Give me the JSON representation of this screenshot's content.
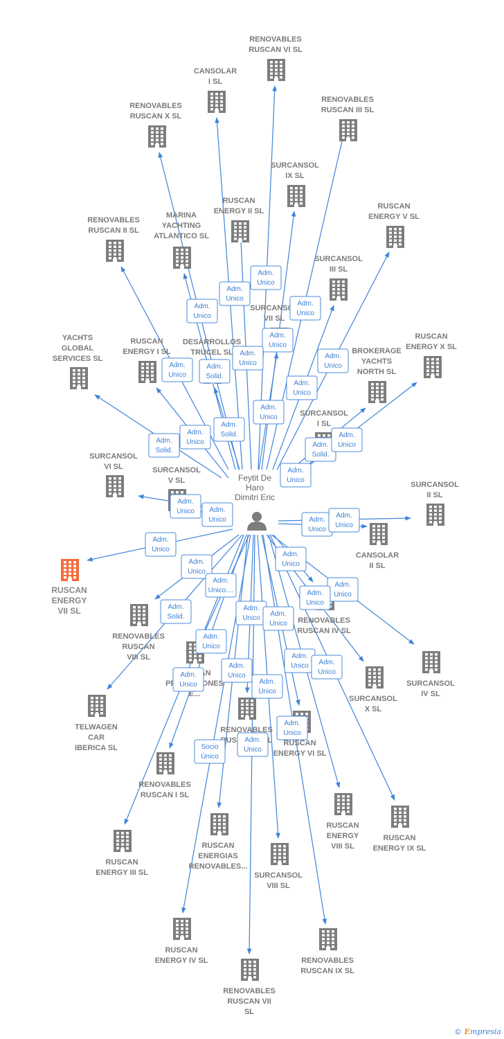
{
  "center": {
    "name_lines": [
      "Feytit De",
      "Haro",
      "Dimitri Eric"
    ]
  },
  "accent_color": "#3f84d9",
  "highlight_color": "#f26b3a",
  "building_color": "#7d7d7d",
  "companies": [
    {
      "id": "renovables-ruscan-vi",
      "lines": [
        "RENOVABLES",
        "RUSCAN VI  SL"
      ],
      "highlight": false
    },
    {
      "id": "cansolar-i",
      "lines": [
        "CANSOLAR",
        "I  SL"
      ],
      "highlight": false
    },
    {
      "id": "renovables-ruscan-x",
      "lines": [
        "RENOVABLES",
        "RUSCAN X  SL"
      ],
      "highlight": false
    },
    {
      "id": "renovables-ruscan-iii",
      "lines": [
        "RENOVABLES",
        "RUSCAN III  SL"
      ],
      "highlight": false
    },
    {
      "id": "surcansol-ix",
      "lines": [
        "SURCANSOL",
        "IX  SL"
      ],
      "highlight": false
    },
    {
      "id": "ruscan-energy-ii",
      "lines": [
        "RUSCAN",
        "ENERGY II  SL"
      ],
      "highlight": false
    },
    {
      "id": "ruscan-energy-v",
      "lines": [
        "RUSCAN",
        "ENERGY V  SL"
      ],
      "highlight": false
    },
    {
      "id": "renovables-ruscan-ii",
      "lines": [
        "RENOVABLES",
        "RUSCAN II  SL"
      ],
      "highlight": false
    },
    {
      "id": "marina-yachting",
      "lines": [
        "MARINA",
        "YACHTING",
        "ATLANTICO  SL"
      ],
      "highlight": false
    },
    {
      "id": "surcansol-iii",
      "lines": [
        "SURCANSOL",
        "III  SL"
      ],
      "highlight": false
    },
    {
      "id": "surcansol-vii",
      "lines": [
        "SURCANSOL",
        "VII  SL"
      ],
      "highlight": false
    },
    {
      "id": "yachts-global",
      "lines": [
        "YACHTS",
        "GLOBAL",
        "SERVICES  SL"
      ],
      "highlight": false
    },
    {
      "id": "ruscan-energy-i",
      "lines": [
        "RUSCAN",
        "ENERGY I  SL"
      ],
      "highlight": false
    },
    {
      "id": "desarrollos-trucel",
      "lines": [
        "DESARROLLOS",
        "TRUCEL  SL"
      ],
      "highlight": false
    },
    {
      "id": "brokerage-yachts",
      "lines": [
        "BROKERAGE",
        "YACHTS",
        "NORTH  SL"
      ],
      "highlight": false
    },
    {
      "id": "ruscan-energy-x",
      "lines": [
        "RUSCAN",
        "ENERGY X  SL"
      ],
      "highlight": false
    },
    {
      "id": "surcansol-i",
      "lines": [
        "SURCANSOL",
        "I  SL"
      ],
      "highlight": false
    },
    {
      "id": "surcansol-vi",
      "lines": [
        "SURCANSOL",
        "VI  SL"
      ],
      "highlight": false
    },
    {
      "id": "surcansol-v",
      "lines": [
        "SURCANSOL",
        "V  SL"
      ],
      "highlight": false
    },
    {
      "id": "surcansol-ii",
      "lines": [
        "SURCANSOL",
        "II  SL"
      ],
      "highlight": false
    },
    {
      "id": "cansolar-ii",
      "lines": [
        "CANSOLAR",
        "II  SL"
      ],
      "highlight": false
    },
    {
      "id": "ruscan-energy-vii",
      "lines": [
        "RUSCAN",
        "ENERGY",
        "VII  SL"
      ],
      "highlight": true
    },
    {
      "id": "renovables-ruscan-viii",
      "lines": [
        "RENOVABLES",
        "RUSCAN",
        "VIII  SL"
      ],
      "highlight": false
    },
    {
      "id": "renovables-ruscan-iv",
      "lines": [
        "RENOVABLES",
        "RUSCAN IV  SL"
      ],
      "highlight": false
    },
    {
      "id": "surcansol-iv",
      "lines": [
        "SURCANSOL",
        "IV  SL"
      ],
      "highlight": false
    },
    {
      "id": "surcansol-x",
      "lines": [
        "SURCANSOL",
        "X  SL"
      ],
      "highlight": false
    },
    {
      "id": "ruscan-promociones",
      "lines": [
        "RUSCAN",
        "PROMOCIONES",
        "E..."
      ],
      "highlight": false
    },
    {
      "id": "telwagen",
      "lines": [
        "TELWAGEN",
        "CAR",
        "IBERICA  SL"
      ],
      "highlight": false
    },
    {
      "id": "renovables-ruscan-v",
      "lines": [
        "RENOVABLES",
        "RUSCAN V  SL"
      ],
      "highlight": false
    },
    {
      "id": "ruscan-energy-vi",
      "lines": [
        "RUSCAN",
        "ENERGY VI  SL"
      ],
      "highlight": false
    },
    {
      "id": "renovables-ruscan-i",
      "lines": [
        "RENOVABLES",
        "RUSCAN I  SL"
      ],
      "highlight": false
    },
    {
      "id": "ruscan-energy-viii",
      "lines": [
        "RUSCAN",
        "ENERGY",
        "VIII  SL"
      ],
      "highlight": false
    },
    {
      "id": "ruscan-energy-ix",
      "lines": [
        "RUSCAN",
        "ENERGY IX  SL"
      ],
      "highlight": false
    },
    {
      "id": "ruscan-energias",
      "lines": [
        "RUSCAN",
        "ENERGIAS",
        "RENOVABLES..."
      ],
      "highlight": false
    },
    {
      "id": "surcansol-viii",
      "lines": [
        "SURCANSOL",
        "VIII  SL"
      ],
      "highlight": false
    },
    {
      "id": "ruscan-energy-iii",
      "lines": [
        "RUSCAN",
        "ENERGY III  SL"
      ],
      "highlight": false
    },
    {
      "id": "ruscan-energy-iv",
      "lines": [
        "RUSCAN",
        "ENERGY IV  SL"
      ],
      "highlight": false
    },
    {
      "id": "renovables-ruscan-ix",
      "lines": [
        "RENOVABLES",
        "RUSCAN IX  SL"
      ],
      "highlight": false
    },
    {
      "id": "renovables-ruscan-vii",
      "lines": [
        "RENOVABLES",
        "RUSCAN VII",
        "SL"
      ],
      "highlight": false
    }
  ],
  "edges": [
    {
      "to": "renovables-ruscan-vi",
      "lines": [
        "Adm.",
        "Unico"
      ]
    },
    {
      "to": "cansolar-i",
      "lines": [
        "Adm.",
        "Unico"
      ]
    },
    {
      "to": "renovables-ruscan-x",
      "lines": [
        "Adm.",
        "Unico"
      ]
    },
    {
      "to": "renovables-ruscan-iii",
      "lines": [
        "Adm.",
        "Unico"
      ]
    },
    {
      "to": "surcansol-ix",
      "lines": [
        "Adm.",
        "Unico"
      ]
    },
    {
      "to": "ruscan-energy-ii",
      "lines": [
        "Adm.",
        "Unico"
      ]
    },
    {
      "to": "ruscan-energy-v",
      "lines": [
        "Adm.",
        "Unico"
      ]
    },
    {
      "to": "renovables-ruscan-ii",
      "lines": [
        "Adm.",
        "Unico"
      ]
    },
    {
      "to": "marina-yachting",
      "lines": [
        "Adm.",
        "Solid."
      ]
    },
    {
      "to": "surcansol-iii",
      "lines": [
        "Adm.",
        "Unico"
      ]
    },
    {
      "to": "surcansol-vii",
      "lines": [
        "Adm.",
        "Unico"
      ]
    },
    {
      "to": "yachts-global",
      "lines": [
        "Adm.",
        "Solid."
      ]
    },
    {
      "to": "ruscan-energy-i",
      "lines": [
        "Adm.",
        "Unico"
      ]
    },
    {
      "to": "desarrollos-trucel",
      "lines": [
        "Adm.",
        "Solid."
      ]
    },
    {
      "to": "brokerage-yachts",
      "lines": [
        "Adm.",
        "Solid."
      ]
    },
    {
      "to": "ruscan-energy-x",
      "lines": [
        "Adm.",
        "Unico"
      ]
    },
    {
      "to": "surcansol-i",
      "lines": [
        "Adm.",
        "Unico"
      ]
    },
    {
      "to": "surcansol-vi",
      "lines": [
        "Adm.",
        "Unico"
      ]
    },
    {
      "to": "surcansol-v",
      "lines": [
        "Adm.",
        "Unico"
      ]
    },
    {
      "to": "surcansol-ii",
      "lines": [
        "Adm.",
        "Unico"
      ]
    },
    {
      "to": "cansolar-ii",
      "lines": [
        "Adm.",
        "Unico"
      ]
    },
    {
      "to": "ruscan-energy-vii",
      "lines": [
        "Adm.",
        "Unico"
      ]
    },
    {
      "to": "renovables-ruscan-viii",
      "lines": [
        "Adm.",
        "Unico"
      ]
    },
    {
      "to": "renovables-ruscan-iv",
      "lines": [
        "Adm.",
        "Unico"
      ]
    },
    {
      "to": "surcansol-iv",
      "lines": [
        "Adm.",
        "Unico"
      ]
    },
    {
      "to": "surcansol-x",
      "lines": [
        "Adm.",
        "Unico"
      ]
    },
    {
      "to": "ruscan-promociones",
      "lines": [
        "Adm.",
        "Unico...."
      ]
    },
    {
      "to": "telwagen",
      "lines": [
        "Adm.",
        "Solid."
      ]
    },
    {
      "to": "renovables-ruscan-v",
      "lines": [
        "Adm.",
        "Unico"
      ]
    },
    {
      "to": "ruscan-energy-vi",
      "lines": [
        "Adm.",
        "Unico"
      ]
    },
    {
      "to": "renovables-ruscan-i",
      "lines": [
        "Adm.",
        "Unico"
      ]
    },
    {
      "to": "ruscan-energy-viii",
      "lines": [
        "Adm.",
        "Unico"
      ]
    },
    {
      "to": "ruscan-energy-ix",
      "lines": [
        "Adm.",
        "Unico"
      ]
    },
    {
      "to": "ruscan-energias",
      "lines": [
        "Socio",
        "Único"
      ]
    },
    {
      "to": "surcansol-viii",
      "lines": [
        "Adm.",
        "Unico"
      ]
    },
    {
      "to": "ruscan-energy-iii",
      "lines": [
        "Adm.",
        "Unico"
      ]
    },
    {
      "to": "ruscan-energy-iv",
      "lines": [
        "Adm.",
        "Unico"
      ]
    },
    {
      "to": "renovables-ruscan-ix",
      "lines": [
        "Adm.",
        "Unico"
      ]
    },
    {
      "to": "renovables-ruscan-vii",
      "lines": [
        "Adm.",
        "Unico"
      ]
    }
  ],
  "credit": {
    "symbol": "©",
    "brand_first": "E",
    "brand_rest": "mpresia"
  }
}
